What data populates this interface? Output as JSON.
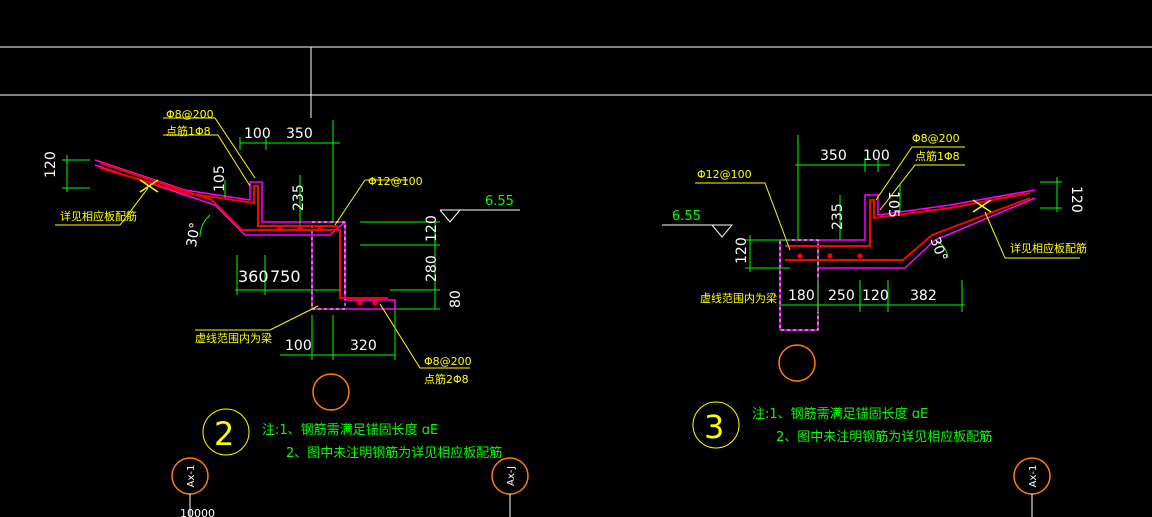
{
  "colors": {
    "background": "#000000",
    "frame": "#ffffff",
    "dimension": "#00ff00",
    "concrete": "#ff00ff",
    "rebar": "#ff0000",
    "leader": "#ffff00",
    "axis_circle": "#ff8000"
  },
  "detail2": {
    "number": "2",
    "rebar_callout_top": "Φ8@200",
    "distribution_top": "点筋1Φ8",
    "rebar_main": "Φ12@100",
    "rebar_callout_bottom": "Φ8@200",
    "distribution_bottom": "点筋2Φ8",
    "elevation": "6.55",
    "slab_note": "详见相应板配筋",
    "angle": "30°",
    "dashed_note": "虚线范围内为梁",
    "dims": {
      "top_left": "100",
      "top_right": "350",
      "slab_thk": "120",
      "upturn": "105",
      "rise": "235",
      "r120": "120",
      "r280": "280",
      "r80": "80",
      "w360": "360",
      "w750": "750",
      "b100": "100",
      "b320": "320"
    },
    "note_line1": "注:1、钢筋需满足锚固长度 ɑE",
    "note_line2": "2、图中未注明钢筋为详见相应板配筋"
  },
  "detail3": {
    "number": "3",
    "rebar_callout_top": "Φ8@200",
    "distribution_top": "点筋1Φ8",
    "rebar_main": "Φ12@100",
    "elevation": "6.55",
    "slab_note": "详见相应板配筋",
    "angle": "30°",
    "dashed_note": "虚线范围内为梁",
    "dims": {
      "top_left": "350",
      "top_right": "100",
      "slab_thk": "120",
      "upturn": "105",
      "rise": "235",
      "left120": "120",
      "b180": "180",
      "b250": "250",
      "b120": "120",
      "b382": "382"
    },
    "note_line1": "注:1、钢筋需满足锚固长度 ɑE",
    "note_line2": "2、图中未注明钢筋为详见相应板配筋"
  },
  "axis_labels": {
    "a1": "Ax-1",
    "a2": "Ax-J",
    "a3": "Ax-1"
  },
  "bottom_dim": "10000"
}
